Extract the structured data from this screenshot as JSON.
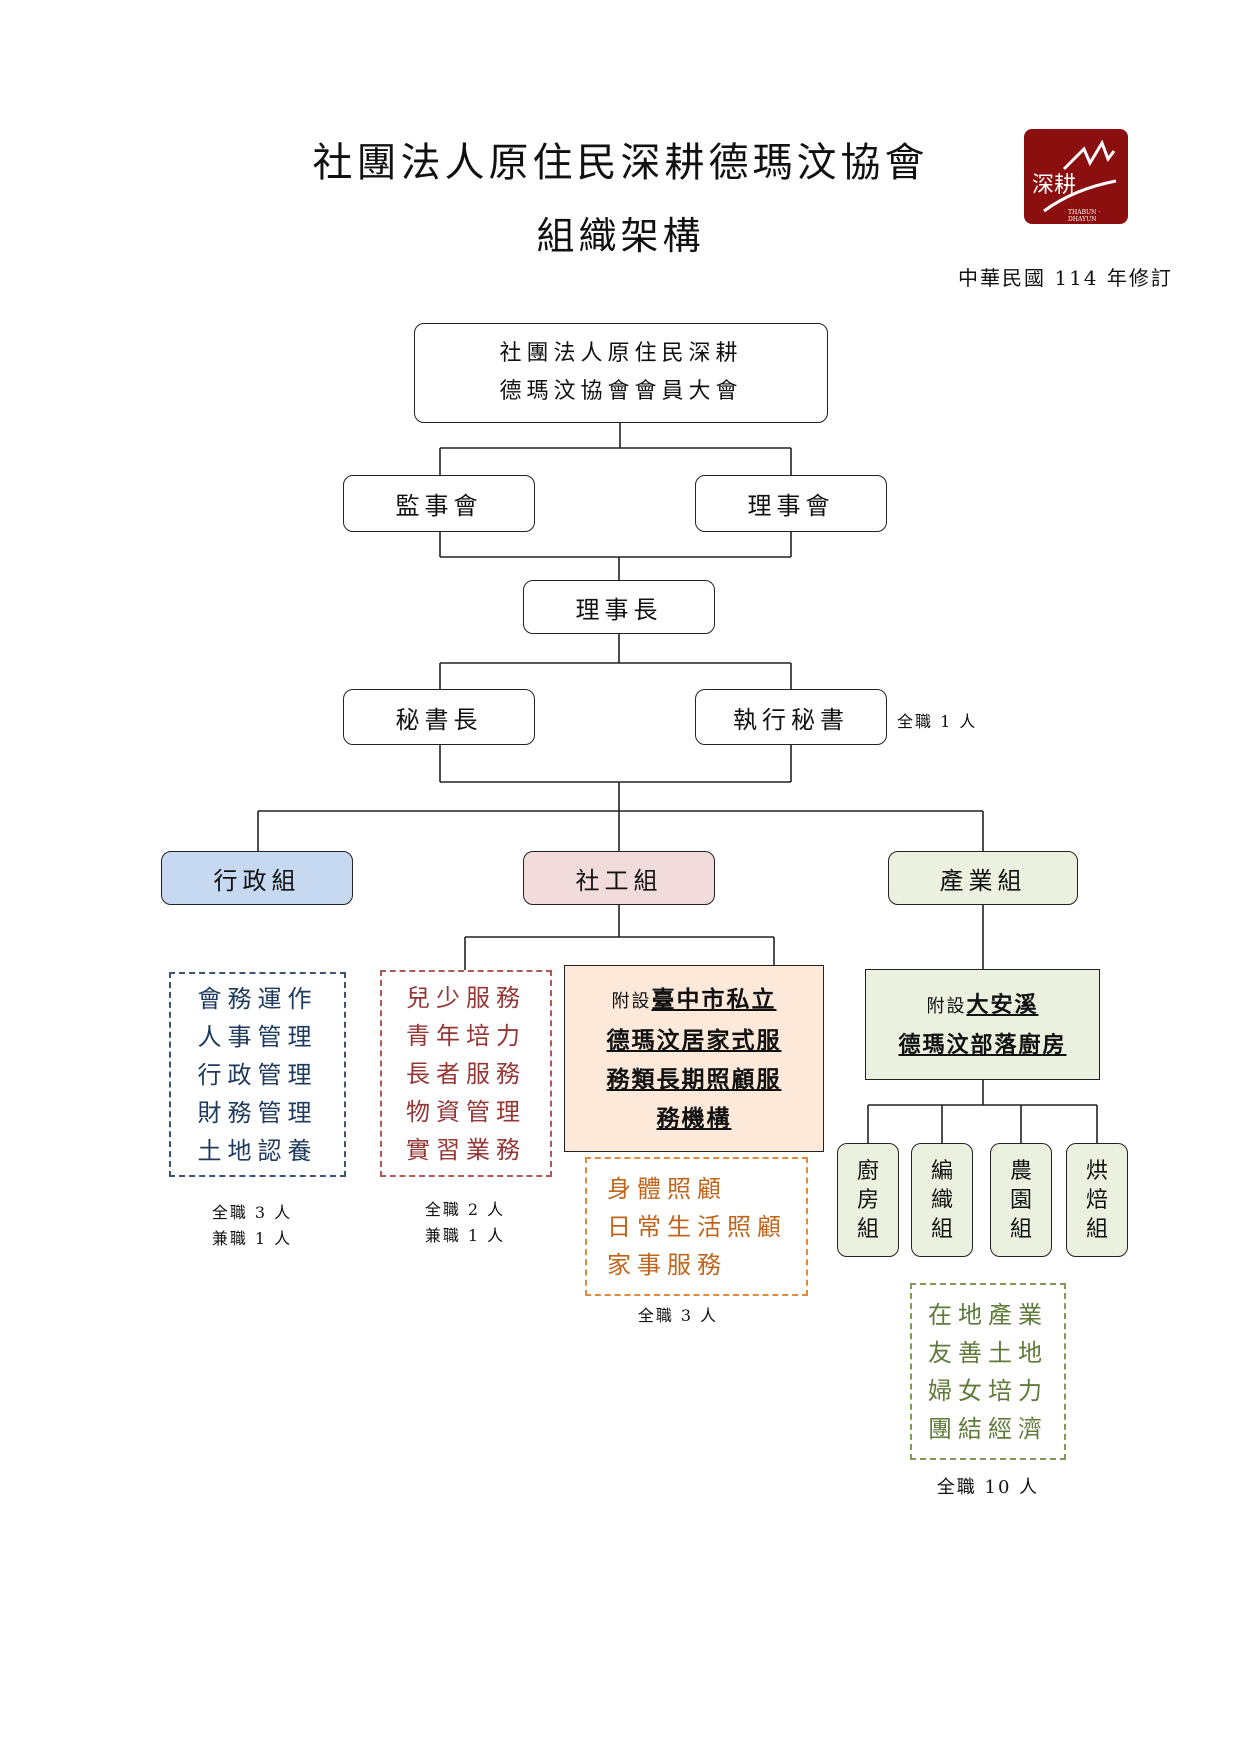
{
  "header": {
    "title_line1": "社團法人原住民深耕德瑪汶協會",
    "title_line2": "組織架構",
    "revision": "中華民國 114 年修訂",
    "logo": {
      "text": "深耕",
      "subtext": "THABUN · DHAYUN",
      "color": "#8b0f0f"
    }
  },
  "nodes": {
    "assembly_line1": "社團法人原住民深耕",
    "assembly_line2": "德瑪汶協會會員大會",
    "supervisors": "監事會",
    "directors": "理事會",
    "chairman": "理事長",
    "secretary_general": "秘書長",
    "exec_secretary": "執行秘書",
    "exec_secretary_staff": "全職 1 人"
  },
  "groups": {
    "admin": {
      "label": "行政組",
      "color": "#c6d9f1",
      "duties": [
        "會務運作",
        "人事管理",
        "行政管理",
        "財務管理",
        "土地認養"
      ],
      "duty_color": "#1f3a5f",
      "staff": [
        "全職 3 人",
        "兼職 1 人"
      ]
    },
    "social": {
      "label": "社工組",
      "color": "#f2dcdb",
      "duties": [
        "兒少服務",
        "青年培力",
        "長者服務",
        "物資管理",
        "實習業務"
      ],
      "duty_color": "#953735",
      "staff": [
        "全職 2 人",
        "兼職 1 人"
      ]
    },
    "industry": {
      "label": "產業組",
      "color": "#ebf1de"
    }
  },
  "homecare": {
    "prefix": "附設",
    "name_part1": "臺中市私立",
    "name_part2": "德瑪汶居家式服",
    "name_part3": "務類長期照顧服",
    "name_part4": "務機構",
    "color": "#fce9d9",
    "duties": [
      "身體照顧",
      "日常生活照顧",
      "家事服務"
    ],
    "duty_color": "#c0651b",
    "staff": "全職 3 人"
  },
  "kitchen": {
    "prefix": "附設",
    "name_part1": "大安溪",
    "name_part2": "德瑪汶部落廚房",
    "color": "#ebf1de",
    "units": [
      [
        "廚",
        "房",
        "組"
      ],
      [
        "編",
        "織",
        "組"
      ],
      [
        "農",
        "園",
        "組"
      ],
      [
        "烘",
        "焙",
        "組"
      ]
    ],
    "duties": [
      "在地產業",
      "友善土地",
      "婦女培力",
      "團結經濟"
    ],
    "duty_color": "#5f7a3a",
    "staff": "全職 10 人"
  }
}
